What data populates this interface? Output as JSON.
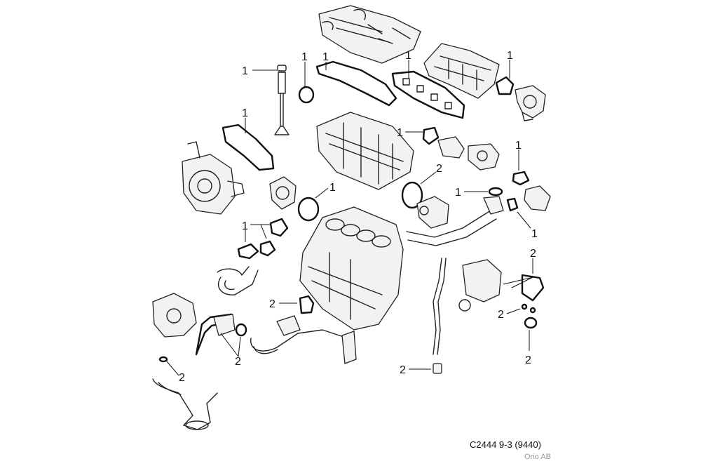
{
  "diagram": {
    "caption": "C2444 9-3 (9440)",
    "credit": "Orio AB",
    "callouts": [
      {
        "id": "valve-seal",
        "label": "1"
      },
      {
        "id": "o-ring-top",
        "label": "1"
      },
      {
        "id": "cam-cover-gasket",
        "label": "1"
      },
      {
        "id": "intake-gasket",
        "label": "1"
      },
      {
        "id": "throttle-gasket",
        "label": "1"
      },
      {
        "id": "exhaust-gasket",
        "label": "1"
      },
      {
        "id": "egr-gasket",
        "label": "1"
      },
      {
        "id": "head-o-ring",
        "label": "2"
      },
      {
        "id": "cooler-gasket-right",
        "label": "1"
      },
      {
        "id": "water-pump-o-ring",
        "label": "1"
      },
      {
        "id": "thermostat-gasket",
        "label": "1"
      },
      {
        "id": "pipe-gasket-right",
        "label": "1"
      },
      {
        "id": "turbo-gaskets",
        "label": "1"
      },
      {
        "id": "oil-filter-gasket",
        "label": "2"
      },
      {
        "id": "block-plate-gasket",
        "label": "2"
      },
      {
        "id": "oil-cooler-seals",
        "label": "2"
      },
      {
        "id": "oil-pump-gasket",
        "label": "2"
      },
      {
        "id": "pickup-o-ring",
        "label": "2"
      },
      {
        "id": "drain-plug",
        "label": "2"
      },
      {
        "id": "oil-cooler-o-ring",
        "label": "2"
      }
    ]
  }
}
